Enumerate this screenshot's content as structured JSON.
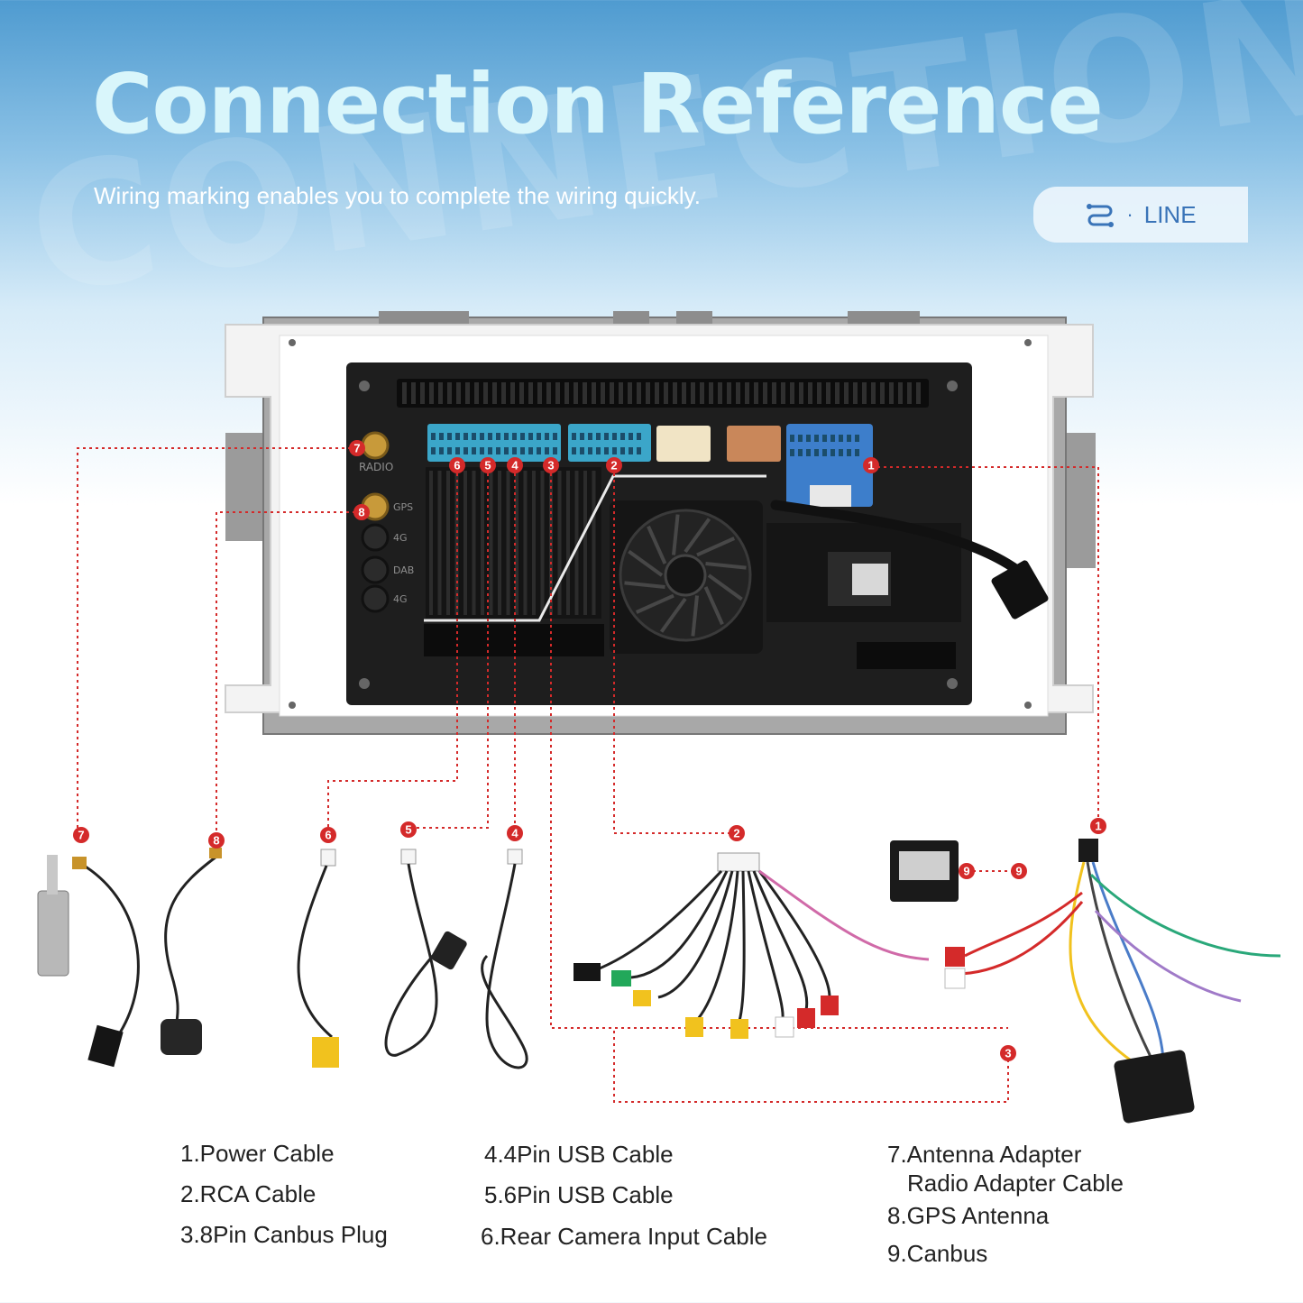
{
  "header": {
    "title": "Connection Reference",
    "subtitle": "Wiring marking enables you to complete the wiring quickly.",
    "badge_label": "LINE",
    "badge_icon": "route-icon"
  },
  "unit_labels": {
    "radio": "RADIO",
    "gps": "GPS",
    "port_4g_a": "4G",
    "dab": "DAB",
    "port_4g_b": "4G"
  },
  "markers": [
    "1",
    "2",
    "3",
    "4",
    "5",
    "6",
    "7",
    "8",
    "9"
  ],
  "legend": {
    "col1": [
      "1.Power Cable",
      "2.RCA Cable",
      "3.8Pin Canbus Plug"
    ],
    "col2": [
      "4.4Pin USB Cable",
      "5.6Pin USB Cable",
      "6.Rear Camera Input Cable"
    ],
    "col3_line1": "7.Antenna Adapter",
    "col3_line2": "Radio Adapter Cable",
    "col3_rest": [
      "8.GPS Antenna",
      "9.Canbus"
    ]
  },
  "colors": {
    "marker": "#d42a2a",
    "connector_blue": "#3ba6c9",
    "connector_navy": "#3d7ecb"
  }
}
